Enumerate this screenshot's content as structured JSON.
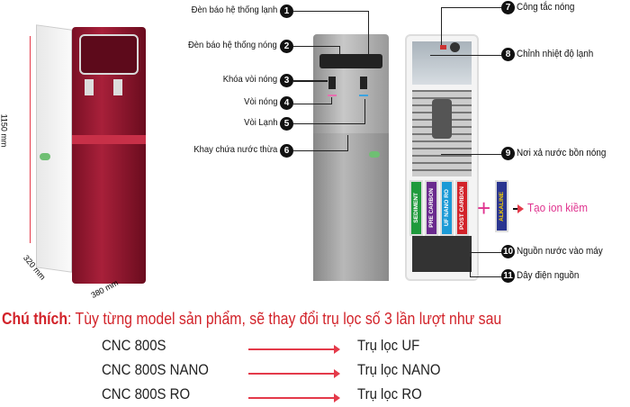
{
  "dimensions": {
    "height": "1150 mm",
    "depth": "320 mm",
    "width": "380 mm"
  },
  "callouts": [
    {
      "n": "1",
      "label": "Đèn báo hệ thống lạnh"
    },
    {
      "n": "2",
      "label": "Đèn báo hệ thống nóng"
    },
    {
      "n": "3",
      "label": "Khóa vòi nóng"
    },
    {
      "n": "4",
      "label": "Vòi nóng"
    },
    {
      "n": "5",
      "label": "Vòi Lạnh"
    },
    {
      "n": "6",
      "label": "Khay chứa nước thừa"
    },
    {
      "n": "7",
      "label": "Công tắc nóng"
    },
    {
      "n": "8",
      "label": "Chỉnh nhiệt độ lạnh"
    },
    {
      "n": "9",
      "label": "Nơi xả nước bồn nóng"
    },
    {
      "n": "10",
      "label": "Nguồn nước vào máy"
    },
    {
      "n": "11",
      "label": "Dây điện nguồn"
    }
  ],
  "filters": [
    {
      "label": "SEDIMENT",
      "color": "#1f9a3c"
    },
    {
      "label": "PRE CARBON",
      "color": "#6a2a8e"
    },
    {
      "label": "UF NANO RO",
      "color": "#1b9ad6"
    },
    {
      "label": "POST CARBON",
      "color": "#d2232a"
    }
  ],
  "alkaline": {
    "label": "ALKALINE",
    "plus": "+",
    "result": "Tạo ion kiềm"
  },
  "note": {
    "title": "Chú thích",
    "text": ": Tùy từng model sản phẩm, sẽ thay đổi trụ lọc số 3 lần lượt như sau"
  },
  "models": [
    {
      "model": "CNC 800S",
      "filter": "Trụ lọc UF"
    },
    {
      "model": "CNC 800S NANO",
      "filter": "Trụ lọc NANO"
    },
    {
      "model": "CNC 800S RO",
      "filter": "Trụ lọc RO"
    }
  ]
}
